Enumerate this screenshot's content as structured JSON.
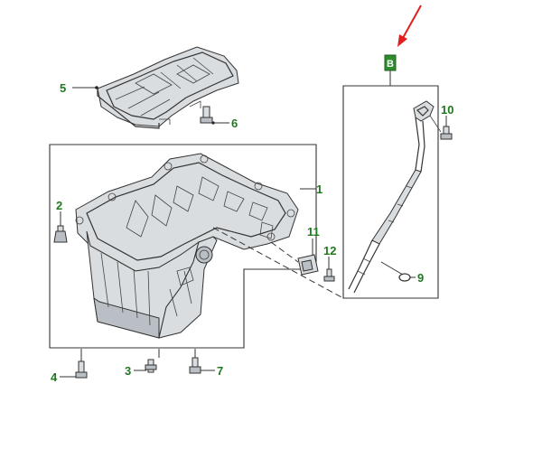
{
  "diagram": {
    "callouts": {
      "c1": "1",
      "c2": "2",
      "c3": "3",
      "c4": "4",
      "c5": "5",
      "c6": "6",
      "c7": "7",
      "c9": "9",
      "c10": "10",
      "c11": "11",
      "c12": "12",
      "cB": "B"
    },
    "colors": {
      "callout_text": "#1f7a1f",
      "badge_fill": "#2e8b2e",
      "arrow": "#e02020",
      "ink": "#333333"
    },
    "icons": [
      "red-arrow-icon",
      "badge-b-icon"
    ]
  }
}
